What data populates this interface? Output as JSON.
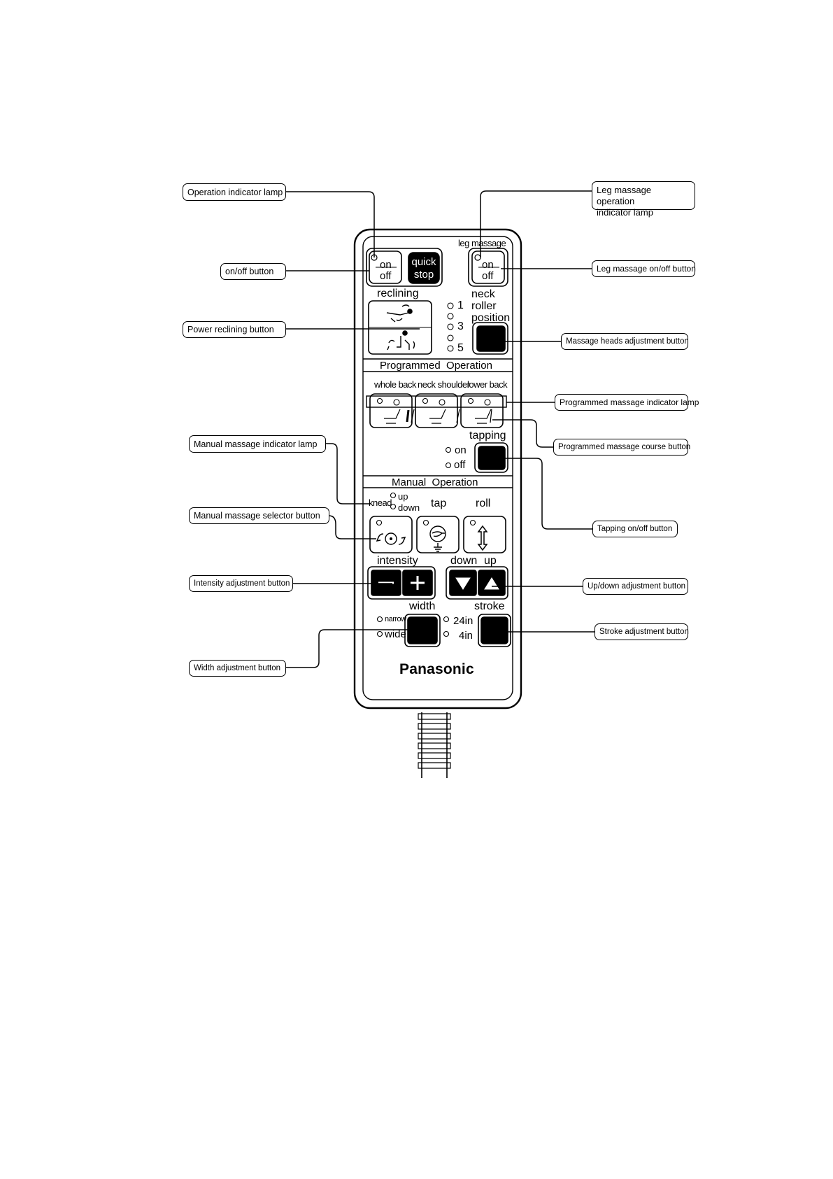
{
  "callouts": {
    "operation_indicator_lamp": "Operation indicator lamp",
    "on_off_button": "on/off button",
    "power_reclining_button": "Power reclining button",
    "manual_massage_indicator_lamp": "Manual massage indicator lamp",
    "manual_massage_selector_button": "Manual massage selector button",
    "intensity_adjustment_button": "Intensity adjustment button",
    "width_adjustment_button": "Width adjustment button",
    "leg_massage_operation_indicator_lamp_line1": "Leg massage operation",
    "leg_massage_operation_indicator_lamp_line2": "indicator lamp",
    "leg_massage_on_off_button": "Leg massage on/off button",
    "massage_heads_adjustment_button": "Massage heads adjustment button",
    "programmed_massage_indicator_lamp": "Programmed massage indicator lamp",
    "programmed_massage_course_button": "Programmed massage course button",
    "tapping_on_off_button": "Tapping on/off button",
    "up_down_adjustment_button": "Up/down adjustment button",
    "stroke_adjustment_button": "Stroke adjustment button"
  },
  "remote": {
    "leg_massage": "leg massage",
    "on": "on",
    "off": "off",
    "quick": "quick",
    "stop": "stop",
    "leg_on": "on",
    "leg_off": "off",
    "reclining": "reclining",
    "neck": "neck",
    "roller": "roller",
    "position": "position",
    "pos1": "1",
    "pos3": "3",
    "pos5": "5",
    "programmed_operation": "Programmed  Operation",
    "whole_back": "whole back",
    "neck_shoulder": "neck shoulder",
    "lower_back": "lower back",
    "tapping": "tapping",
    "tapping_on": "on",
    "tapping_off": "off",
    "manual_operation": "Manual  Operation",
    "knead": "knead",
    "up": "up",
    "down": "down",
    "tap": "tap",
    "roll": "roll",
    "intensity": "intensity",
    "down_label": "down",
    "up_label": "up",
    "width": "width",
    "narrow": "narrow",
    "wide": "wide",
    "stroke": "stroke",
    "in24": "24in",
    "in4": "4in",
    "brand": "Panasonic"
  },
  "colors": {
    "ink": "#000000",
    "paper": "#ffffff"
  }
}
